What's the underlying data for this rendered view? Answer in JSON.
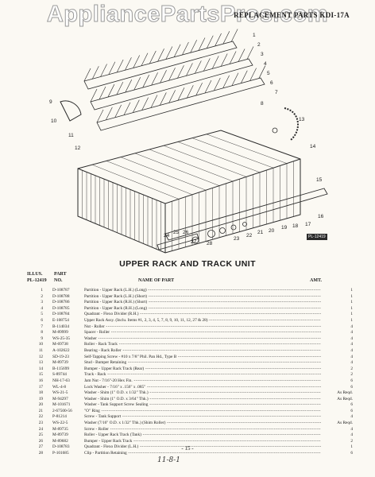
{
  "header": {
    "watermark": "AppliancePartsPros.com",
    "title": "REPLACEMENT PARTS KDI-17A"
  },
  "diagram": {
    "fig_tag": "PL-12419",
    "callouts": [
      "1",
      "2",
      "3",
      "4",
      "5",
      "6",
      "7",
      "8",
      "9",
      "10",
      "11",
      "12",
      "13",
      "14",
      "15",
      "16",
      "17",
      "18",
      "19",
      "20",
      "21",
      "22",
      "23",
      "24",
      "25",
      "26",
      "27",
      "28"
    ]
  },
  "section_title": "UPPER RACK AND TRACK UNIT",
  "table": {
    "headers": {
      "illus": "ILLUS.",
      "part": "PART",
      "fig": "PL-12419",
      "no": "NO.",
      "name": "NAME OF PART",
      "amt": "AMT."
    },
    "rows": [
      {
        "illus": "1",
        "part": "D-108787",
        "name": "Partition - Upper Rack (L.H.) (Long)",
        "amt": "1"
      },
      {
        "illus": "2",
        "part": "D-108788",
        "name": "Partition - Upper Rack (L.H.) (Short)",
        "amt": "1"
      },
      {
        "illus": "3",
        "part": "D-108786",
        "name": "Partition - Upper Rack (R.H.) (Short)",
        "amt": "1"
      },
      {
        "illus": "4",
        "part": "D-108785",
        "name": "Partition - Upper Rack (R.H.) (Long)",
        "amt": "1"
      },
      {
        "illus": "5",
        "part": "D-108784",
        "name": "Quadrant - Flexo Divider (R.H.)",
        "amt": "1"
      },
      {
        "illus": "6",
        "part": "E-108754",
        "name": "Upper Rack Assy. (Inclu. Items #1, 2, 3, 4, 5, 7, 8, 9, 10, 11, 12, 27 & 28)",
        "amt": "1"
      },
      {
        "illus": "7",
        "part": "B-114034",
        "name": "Nut - Roller",
        "amt": "4"
      },
      {
        "illus": "8",
        "part": "M-89999",
        "name": "Spacer - Roller",
        "amt": "4"
      },
      {
        "illus": "9",
        "part": "WS-25-35",
        "name": "Washer",
        "amt": "4"
      },
      {
        "illus": "10",
        "part": "M-69738",
        "name": "Roller - Rack Track",
        "amt": "4"
      },
      {
        "illus": "11",
        "part": "A-102622",
        "name": "Bearing - Rack Roller",
        "amt": "4"
      },
      {
        "illus": "12",
        "part": "SD-19-23",
        "name": "Self-Tapping Screw - #10 x 7/8\" Phil. Pan Hd., Type B",
        "amt": "4"
      },
      {
        "illus": "13",
        "part": "M-89739",
        "name": "Stud - Bumper Retaining",
        "amt": "4"
      },
      {
        "illus": "14",
        "part": "B-115699",
        "name": "Bumper - Upper Rack Track (Rear)",
        "amt": "2"
      },
      {
        "illus": "15",
        "part": "S-89744",
        "name": "Track - Rack",
        "amt": "2"
      },
      {
        "illus": "16",
        "part": "NH-17-63",
        "name": "Jam Nut - 7/16\"-20 Hex Fin.",
        "amt": "6"
      },
      {
        "illus": "17",
        "part": "WL-4-8",
        "name": "Lock Washer - 7/16\" x .156\" x .085\"",
        "amt": "6"
      },
      {
        "illus": "18",
        "part": "WS-21-5",
        "name": "Washer - Shim (1\" O.D. x 1/32\" Thk.)",
        "amt": "As Reqd."
      },
      {
        "illus": "19",
        "part": "M-94297",
        "name": "Washer - Shim (1\" O.D. x 3/64\" Thk.)",
        "amt": "As Reqd."
      },
      {
        "illus": "20",
        "part": "M-101671",
        "name": "Washer - Tank Support Screw Sealing",
        "amt": "6"
      },
      {
        "illus": "21",
        "part": "2-67500-56",
        "name": "\"O\" Ring",
        "amt": "6"
      },
      {
        "illus": "22",
        "part": "P-81214",
        "name": "Screw - Tank Support",
        "amt": "4"
      },
      {
        "illus": "23",
        "part": "WS-22-5",
        "name": "Washer (7/16\" O.D. x 1/32\" Thk.) (Shim Roller)",
        "amt": "As Reqd."
      },
      {
        "illus": "24",
        "part": "M-89735",
        "name": "Screw - Roller",
        "amt": "4"
      },
      {
        "illus": "25",
        "part": "M-89739",
        "name": "Roller - Upper Rack Track (Tank)",
        "amt": "4"
      },
      {
        "illus": "26",
        "part": "M-89682",
        "name": "Bumper - Upper Rack Track",
        "amt": "2"
      },
      {
        "illus": "27",
        "part": "D-108783",
        "name": "Quadrant - Flexo Divider (L.H.)",
        "amt": "1"
      },
      {
        "illus": "28",
        "part": "P-101685",
        "name": "Clip - Partition Retaining",
        "amt": "6"
      }
    ]
  },
  "footer": {
    "page_number": "- 15 -",
    "handwritten": "11-8-1"
  }
}
